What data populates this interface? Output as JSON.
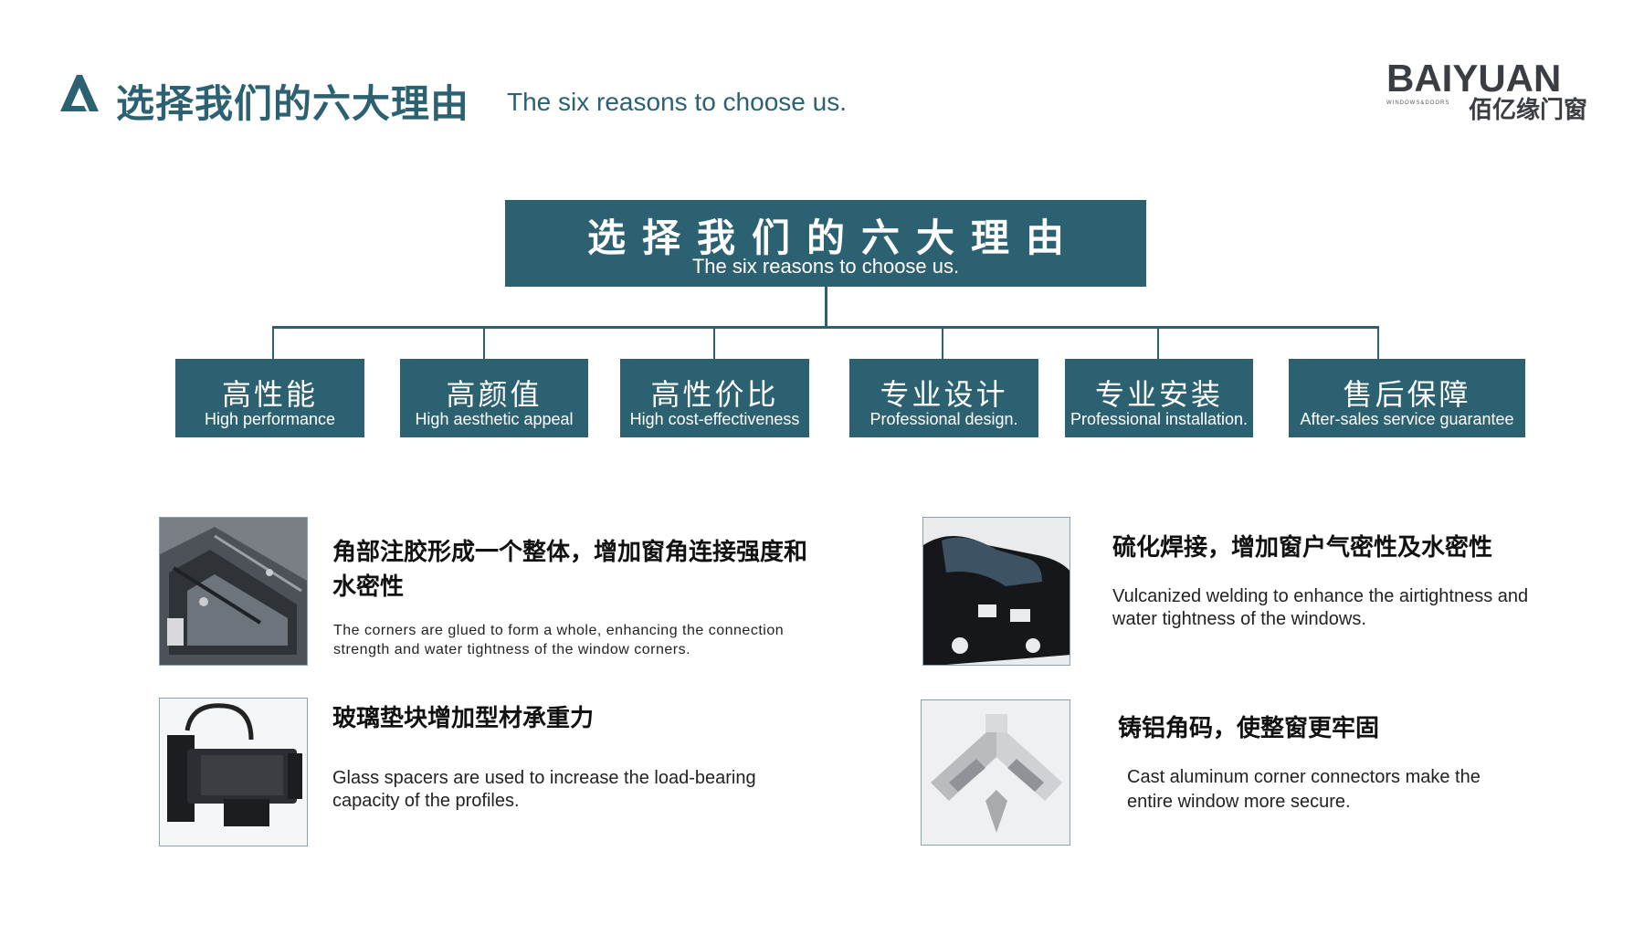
{
  "header": {
    "title": "选择我们的六大理由",
    "subtitle": "The six reasons to choose us."
  },
  "brand": {
    "name": "BAIYUAN",
    "tagline": "WINDOWS&DOORS",
    "name_cn": "佰亿缘门窗"
  },
  "hub": {
    "title": "选择我们的六大理由",
    "subtitle": "The six reasons to choose us."
  },
  "reasons": [
    {
      "cn": "高性能",
      "en": "High performance"
    },
    {
      "cn": "高颜值",
      "en": "High aesthetic appeal"
    },
    {
      "cn": "高性价比",
      "en": "High cost-effectiveness"
    },
    {
      "cn": "专业设计",
      "en": "Professional design."
    },
    {
      "cn": "专业安装",
      "en": "Professional installation."
    },
    {
      "cn": "售后保障",
      "en": "After-sales service guarantee"
    }
  ],
  "features": [
    {
      "title": "角部注胶形成一个整体，增加窗角连接强度和水密性",
      "desc": "The corners are glued to form a whole, enhancing the connection strength and water tightness of the window corners."
    },
    {
      "title": "硫化焊接，增加窗户气密性及水密性",
      "desc": "Vulcanized welding to enhance the airtightness and water tightness of the windows."
    },
    {
      "title": "玻璃垫块增加型材承重力",
      "desc": "Glass spacers are used to increase the load-bearing capacity of the profiles."
    },
    {
      "title": "铸铝角码，使整窗更牢固",
      "desc": "Cast aluminum corner connectors make the entire window more secure."
    }
  ],
  "colors": {
    "accent": "#2c6171"
  }
}
